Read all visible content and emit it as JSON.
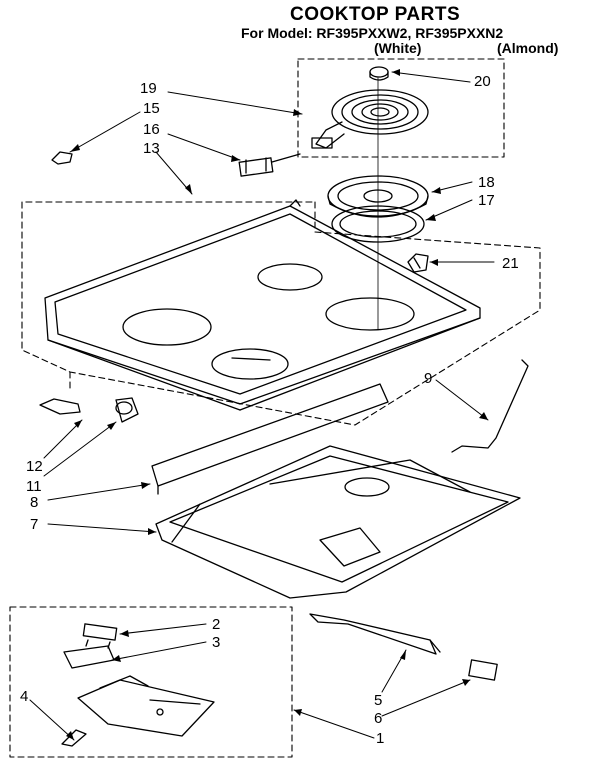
{
  "header": {
    "title": "COOKTOP PARTS",
    "model_line": "For Model: RF395PXXW2, RF395PXXN2",
    "variant_white": "(White)",
    "variant_almond": "(Almond)"
  },
  "callouts": [
    "1",
    "2",
    "3",
    "4",
    "5",
    "6",
    "7",
    "8",
    "9",
    "11",
    "12",
    "13",
    "15",
    "16",
    "17",
    "18",
    "19",
    "20",
    "21"
  ]
}
